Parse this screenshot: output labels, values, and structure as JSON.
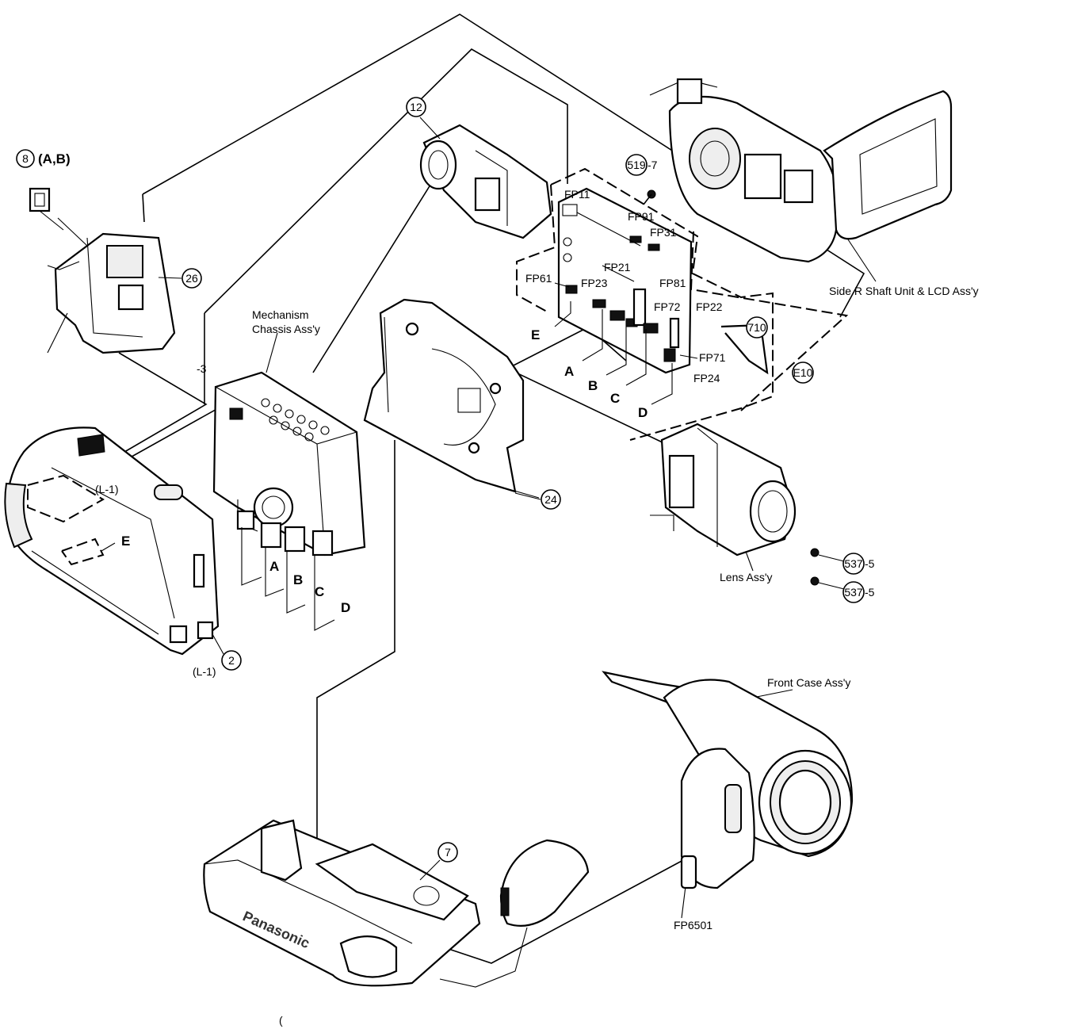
{
  "callouts": {
    "c8": "8",
    "c8_suffix": "(A,B)",
    "c26": "26",
    "c12": "12",
    "c519": "519",
    "c519_suffix": "-7",
    "c2": "2",
    "c24": "24",
    "c710": "710",
    "cE10": "E10",
    "c537a": "537",
    "c537a_suffix": "-5",
    "c537b": "537",
    "c537b_suffix": "-5",
    "c7": "7"
  },
  "labels": {
    "mechanism_line1": "Mechanism",
    "mechanism_line2": "Chassis Ass'y",
    "side_r": "Side R Shaft Unit  & LCD Ass'y",
    "lens": "Lens Ass'y",
    "front_case": "Front Case Ass'y",
    "fp6501": "FP6501",
    "l1_top": "(L-1)",
    "l1_bottom": "(L-1)",
    "minus3": "-3",
    "paren": "(",
    "brand": "Panasonic"
  },
  "connectors": {
    "fp11": "FP11",
    "fp91": "FP91",
    "fp31": "FP31",
    "fp21": "FP21",
    "fp61": "FP61",
    "fp23": "FP23",
    "fp81": "FP81",
    "fp72": "FP72",
    "fp22": "FP22",
    "fp71": "FP71",
    "fp24": "FP24"
  },
  "markers": {
    "board_a": "A",
    "board_b": "B",
    "board_c": "C",
    "board_d": "D",
    "board_e": "E",
    "mech_a": "A",
    "mech_b": "B",
    "mech_c": "C",
    "mech_d": "D",
    "case_e": "E"
  }
}
